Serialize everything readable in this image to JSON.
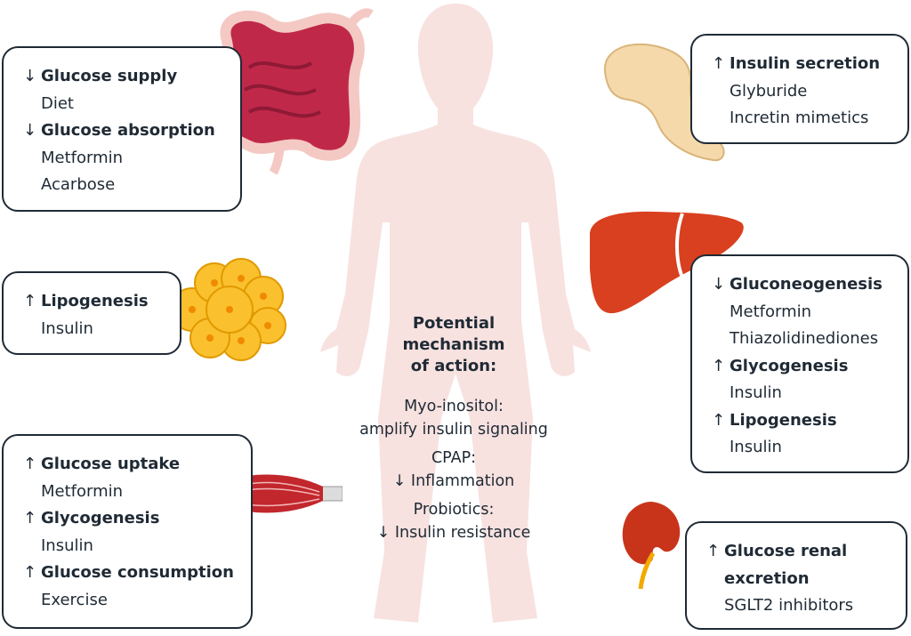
{
  "center": {
    "title_lines": [
      "Potential",
      "mechanism",
      "of action:"
    ],
    "items": [
      {
        "label": "Myo-inositol:",
        "detail": "amplify insulin signaling"
      },
      {
        "label": "CPAP:",
        "detail": "↓ Inflammation"
      },
      {
        "label": "Probiotics:",
        "detail": "↓ Insulin resistance"
      }
    ]
  },
  "boxes": {
    "intestine": {
      "entries": [
        {
          "arrow": "↓",
          "label": "Glucose supply",
          "subs": [
            "Diet"
          ]
        },
        {
          "arrow": "↓",
          "label": "Glucose absorption",
          "subs": [
            "Metformin",
            "Acarbose"
          ]
        }
      ]
    },
    "adipose": {
      "entries": [
        {
          "arrow": "↑",
          "label": "Lipogenesis",
          "subs": [
            "Insulin"
          ]
        }
      ]
    },
    "muscle": {
      "entries": [
        {
          "arrow": "↑",
          "label": "Glucose uptake",
          "subs": [
            "Metformin"
          ]
        },
        {
          "arrow": "↑",
          "label": "Glycogenesis",
          "subs": [
            "Insulin"
          ]
        },
        {
          "arrow": "↑",
          "label": "Glucose consumption",
          "subs": [
            "Exercise"
          ]
        }
      ]
    },
    "pancreas": {
      "entries": [
        {
          "arrow": "↑",
          "label": "Insulin secretion",
          "subs": [
            "Glyburide",
            "Incretin mimetics"
          ]
        }
      ]
    },
    "liver": {
      "entries": [
        {
          "arrow": "↓",
          "label": "Gluconeogenesis",
          "subs": [
            "Metformin",
            "Thiazolidinediones"
          ]
        },
        {
          "arrow": "↑",
          "label": "Glycogenesis",
          "subs": [
            "Insulin"
          ]
        },
        {
          "arrow": "↑",
          "label": "Lipogenesis",
          "subs": [
            "Insulin"
          ]
        }
      ]
    },
    "kidney": {
      "entries": [
        {
          "arrow": "↑",
          "label": "Glucose renal",
          "subs": []
        },
        {
          "arrow": "",
          "label": "excretion",
          "subs": [
            "SGLT2 inhibitors"
          ]
        }
      ]
    }
  },
  "colors": {
    "body": "#f7e2e0",
    "intestine": "#c0284a",
    "intestine_outline": "#f4c9c4",
    "fat": "#fbc02d",
    "liver": "#d9401f",
    "pancreas": "#f5d9ab",
    "kidney": "#c8341a",
    "muscle": "#c1272d",
    "text": "#1f2a35"
  }
}
